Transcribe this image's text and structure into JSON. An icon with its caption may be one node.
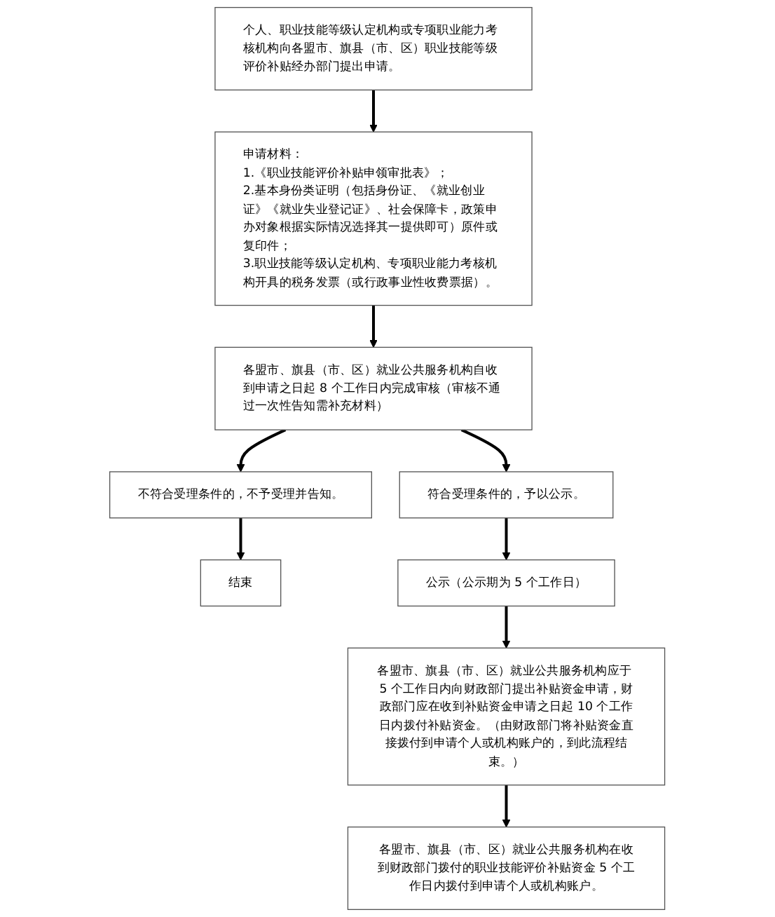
{
  "diagram": {
    "nodes": [
      {
        "text": [
          "个人、职业技能等级认定机构或专项职业能力考核机构向各盟市、旗县（市、区）职业技能等级评价补贴经办部门提出申请。"
        ]
      },
      {
        "text": [
          "申请材料：",
          "1.《职业技能评价补贴申领审批表》；",
          "2.基本身份类证明（包括身份证、《就业创业证》《就业失业登记证》、社会保障卡，政策申办对象根据实际情况选择其一提供即可）原件或复印件；",
          "3.职业技能等级认定机构、专项职业能力考核机构开具的税务发票（或行政事业性收费票据）。"
        ]
      },
      {
        "text": [
          "各盟市、旗县（市、区）就业公共服务机构自收到申请之日起 8 个工作日内完成审核（审核不通过一次性告知需补充材料）"
        ]
      },
      {
        "text": [
          "不符合受理条件的，不予受理并告知。"
        ]
      },
      {
        "text": [
          "符合受理条件的，予以公示。"
        ]
      },
      {
        "text": [
          "结束"
        ]
      },
      {
        "text": [
          "公示（公示期为 5 个工作日）"
        ]
      },
      {
        "text": [
          "各盟市、旗县（市、区）就业公共服务机构应于 5 个工作日内向财政部门提出补贴资金申请，财政部门应在收到补贴资金申请之日起 10 个工作日内拨付补贴资金。（由财政部门将补贴资金直接拨付到申请个人或机构账户的，到此流程结束。）"
        ]
      },
      {
        "text": [
          "各盟市、旗县（市、区）就业公共服务机构在收到财政部门拨付的职业技能评价补贴资金 5 个工作日内拨付到申请个人或机构账户。"
        ]
      }
    ],
    "edges": [
      {
        "from": 0,
        "to": 1,
        "arrow": "to"
      },
      {
        "from": 1,
        "to": 2,
        "arrow": "to"
      },
      {
        "from": 2,
        "to": 3,
        "arrow": "to"
      },
      {
        "from": 2,
        "to": 4,
        "arrow": "to"
      },
      {
        "from": 3,
        "to": 5,
        "arrow": "to"
      },
      {
        "from": 4,
        "to": 6,
        "arrow": "to"
      },
      {
        "from": 6,
        "to": 7,
        "arrow": "to"
      },
      {
        "from": 7,
        "to": 8,
        "arrow": "to"
      }
    ]
  }
}
